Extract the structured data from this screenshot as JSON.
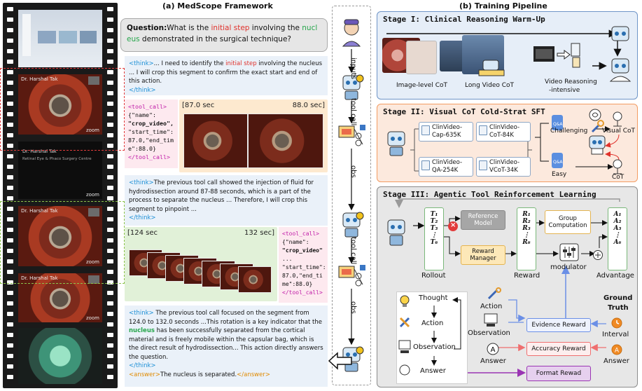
{
  "film": {
    "zoom_label": "zoom",
    "frame_names": [
      "Dr. Harshal Tak",
      "Dr. Harshal Tak",
      "Dr. Harshal Tak"
    ],
    "title_card": [
      "Dr. Harshal Tak",
      "Retinal Eye & Phaco Surgery Centre"
    ]
  },
  "left": {
    "heading": "(a) MedScope Framework",
    "question": {
      "label": "Question:",
      "p1": "What is the ",
      "hl1": "initial step",
      "p2": " involving the ",
      "hl2a": "nucl",
      "hl2b": "eus",
      "p3": " demonstrated in the surgical technique?"
    },
    "think1": {
      "open": "<think>",
      "p1": "... I need to identify the ",
      "hl": "initial step",
      "p2": " involving the nucleus ...   I will crop this segment to confirm the exact start and end of this action.",
      "close": "</think>"
    },
    "toolcall1": {
      "open": "<tool_call>",
      "l1": "{\"name\":",
      "l2": "\"crop_video\",",
      "l3": "\"start_time\":",
      "l4": "87.0,\"end_tim",
      "l5": "e\":88.0}",
      "close": "</tool_call>"
    },
    "clip1": {
      "start": "[87.0 sec",
      "end": "88.0 sec]"
    },
    "think2": {
      "open": "<think>",
      "text": "The previous tool call showed the injection of fluid for hydrodissection around 87-88 seconds, which is a part of the process to separate the nucleus ...  Therefore, I will crop this segment to pinpoint ...",
      "close": "</think>"
    },
    "clip2": {
      "start": "[124 sec",
      "end": "132 sec]"
    },
    "toolcall2": {
      "open": "<tool_call>",
      "l1": "{\"name\":",
      "l2": "\"crop_video\"",
      "l3": "...",
      "l4": "\"start_time\":",
      "l5": "87.0,\"end_ti",
      "l6": "me\":88.0}",
      "close": "</tool_call>"
    },
    "think3": {
      "open": "<think>",
      "p1": " The previous tool call focused on the segment from 124.0 to 132.0 seconds ...This rotation is a key indicator that the ",
      "hl": "nucleus",
      "p2": " has been successfully separated from the cortical material and is freely mobile within the capsular bag, which is the direct result of hydrodissection... This action directly answers the question.",
      "close": "</think>"
    },
    "answer": {
      "open": "<answer>",
      "text": "The nucleus is separated.",
      "close": "</answer>"
    }
  },
  "middle": {
    "labels": [
      "inputs",
      "tool call",
      "obs",
      "tool call",
      "obs"
    ]
  },
  "right": {
    "heading": "(b) Training Pipeline",
    "stage1": {
      "title": "Stage I: Clinical Reasoning Warm-Up",
      "captions": [
        "Image-level CoT",
        "Long Video CoT",
        "Video Reasoning",
        "-intensive"
      ]
    },
    "stage2": {
      "title": "Stage II: Visual CoT Cold-Strat SFT",
      "datasets": [
        {
          "l1": "ClinVideo-",
          "l2": "Cap-635K"
        },
        {
          "l1": "ClinVideo-",
          "l2": "CoT-84K"
        },
        {
          "l1": "ClinVideo-",
          "l2": "QA-254K"
        },
        {
          "l1": "ClinVideo-",
          "l2": "VCoT-34K"
        }
      ],
      "labels": {
        "challenging": "Challenging",
        "easy": "Easy",
        "visual_cot": "Visual CoT",
        "cot": "CoT",
        "qa": "Q&A"
      }
    },
    "stage3": {
      "title": "Stage III: Agentic Tool Reinforcement Learning",
      "rollout": {
        "items": [
          "T₁",
          "T₂",
          "T₃",
          "⋮",
          "T₆"
        ],
        "label": "Rollout"
      },
      "reward": {
        "items": [
          "R₁",
          "R₂",
          "R₃",
          "⋮",
          "R₆"
        ],
        "label": "Reward"
      },
      "advantage": {
        "items": [
          "A₁",
          "A₂",
          "A₃",
          "⋮",
          "A₆"
        ],
        "label": "Advantage"
      },
      "reference_model": "Reference Model",
      "reward_manager": "Reward Manager",
      "group_computation": "Group Computation",
      "modulator": "modulator",
      "flow": [
        "Thought",
        "Action",
        "Observation",
        "Answer"
      ],
      "inputs": [
        "Action",
        "Observation",
        "Answer"
      ],
      "ground_truth": [
        "Ground",
        "Truth"
      ],
      "interval": "Interval",
      "answer_gt": "Answer",
      "evidence_reward": "Evidence Reward",
      "accuracy_reward": "Accuracy Reward",
      "format_reward": "Format Rewad"
    }
  },
  "colors": {
    "highlight_red": "#e0312b",
    "highlight_green": "#27a64c",
    "tag_blue": "#1c8fd6",
    "tag_purple": "#c01ca8",
    "tag_orange": "#e08a00",
    "stage1_border": "#6f95c8",
    "stage2_border": "#f39c62",
    "stage3_border": "#8c8c8c"
  }
}
